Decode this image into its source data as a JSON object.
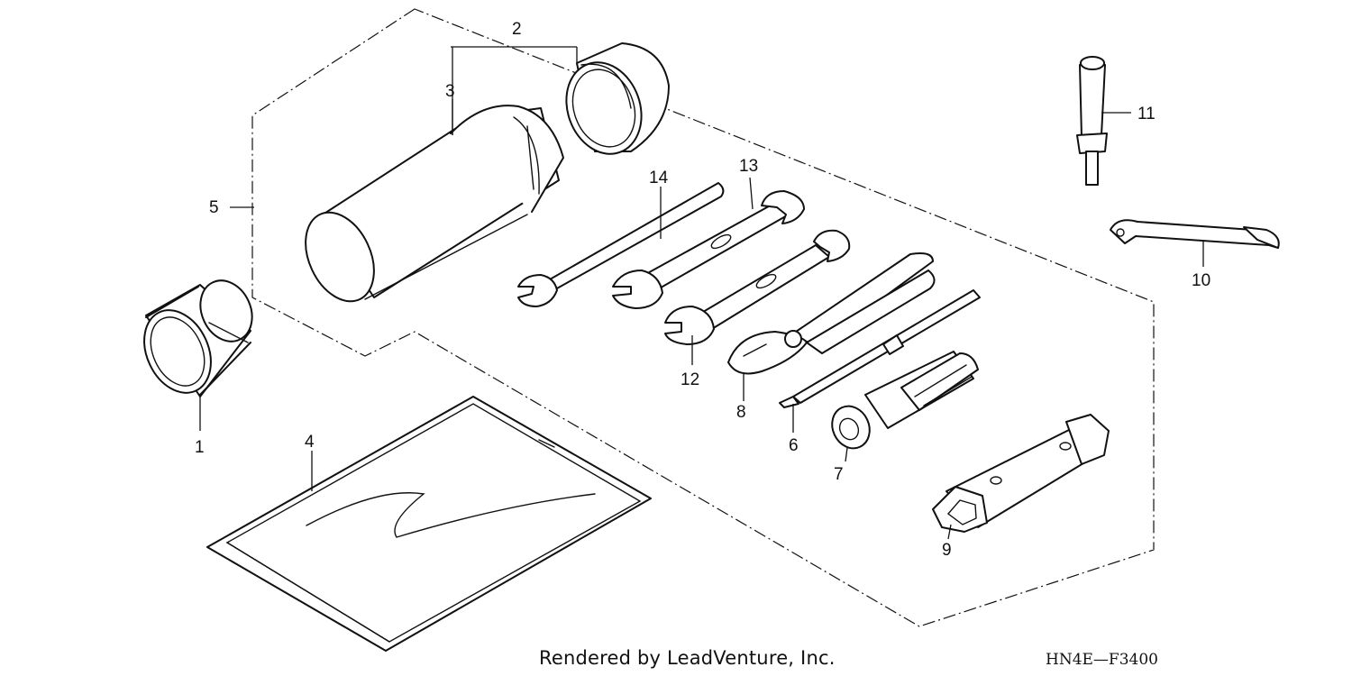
{
  "diagram": {
    "callouts": [
      "1",
      "2",
      "3",
      "4",
      "5",
      "6",
      "7",
      "8",
      "9",
      "10",
      "11",
      "12",
      "13",
      "14"
    ]
  },
  "footer": {
    "credit": "Rendered by LeadVenture, Inc.",
    "diagram_code": "HN4E—F3400"
  },
  "colors": {
    "line": "#111111",
    "background": "#ffffff"
  }
}
